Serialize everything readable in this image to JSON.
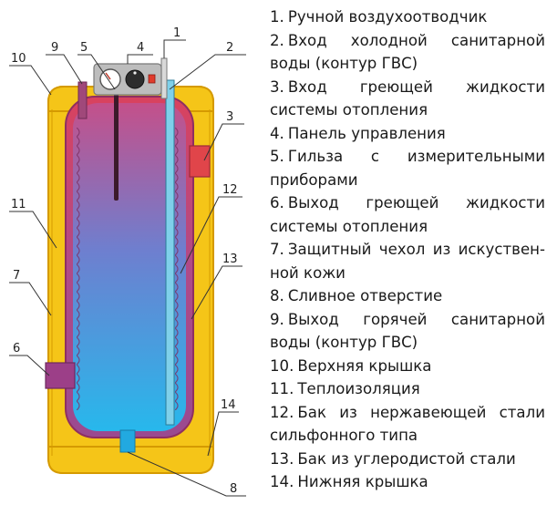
{
  "legend": [
    {
      "num": "1.",
      "text": "Ручной воздухоотводчик"
    },
    {
      "num": "2.",
      "text": "Вход холодной санитарной воды (контур ГВС)"
    },
    {
      "num": "3.",
      "text": "Вход греющей жидкости системы отопления"
    },
    {
      "num": "4.",
      "text": "Панель управления"
    },
    {
      "num": "5.",
      "text": "Гильза с измерительными приборами"
    },
    {
      "num": "6.",
      "text": "Выход греющей жидкости системы отопления"
    },
    {
      "num": "7.",
      "text": "Защитный чехол из искуствен-ной кожи"
    },
    {
      "num": "8.",
      "text": "Сливное отверстие"
    },
    {
      "num": "9.",
      "text": "Выход горячей санитарной воды (контур ГВС)"
    },
    {
      "num": "10.",
      "text": "Верхняя крышка"
    },
    {
      "num": "11.",
      "text": "Теплоизоляция"
    },
    {
      "num": "12.",
      "text": "Бак из нержавеющей стали сильфонного типа"
    },
    {
      "num": "13.",
      "text": "Бак из углеродистой стали"
    },
    {
      "num": "14.",
      "text": "Нижняя крышка"
    }
  ],
  "callouts": {
    "c1": "1",
    "c2": "2",
    "c3": "3",
    "c4": "4",
    "c5": "5",
    "c6": "6",
    "c7": "7",
    "c8": "8",
    "c9": "9",
    "c10": "10",
    "c11": "11",
    "c12": "12",
    "c13": "13",
    "c14": "14"
  },
  "colors": {
    "insulation": "#f5c518",
    "insulation_edge": "#d59a00",
    "outer_tank": "#c23a6e",
    "water_top": "#c4508a",
    "water_bottom": "#27b8ec",
    "hot_pipe": "#a0487a",
    "cold_pipe": "#7fd0ea",
    "inlet_heating": "#e0454a",
    "outlet_heating": "#9c3f88",
    "drain": "#22a9e0"
  }
}
